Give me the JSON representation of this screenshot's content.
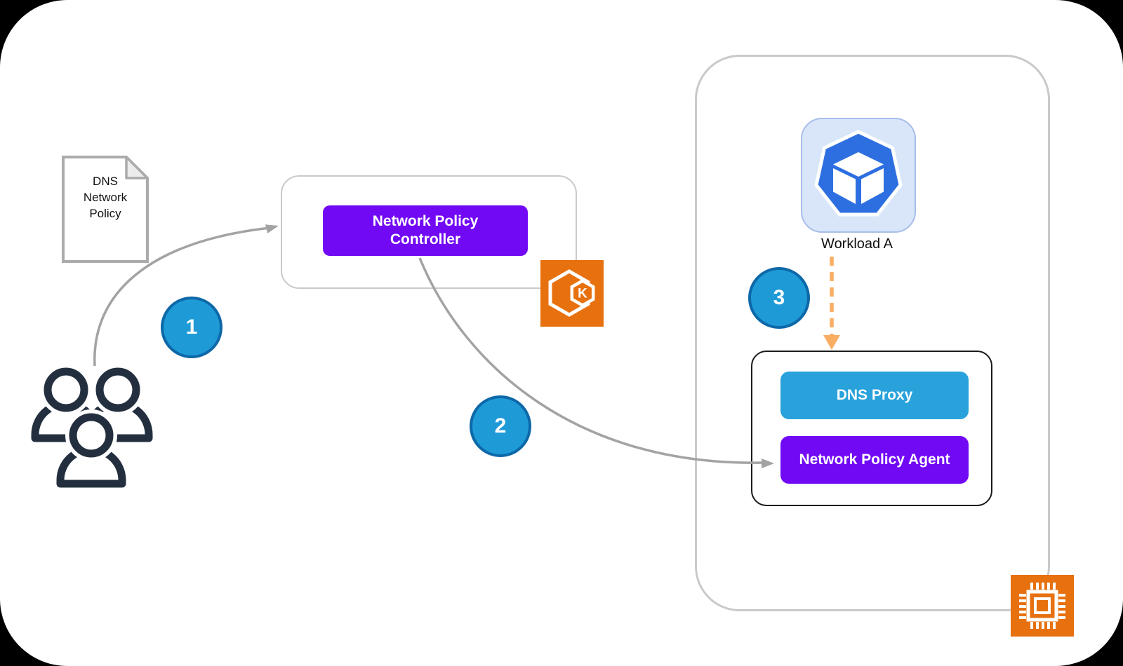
{
  "document_node": {
    "lines": [
      "DNS",
      "Network",
      "Policy"
    ]
  },
  "controller": {
    "label_lines": [
      "Network Policy",
      "Controller"
    ]
  },
  "eks": {
    "letter": "K"
  },
  "workload": {
    "label": "Workload A"
  },
  "pod_box": {
    "dns_proxy_label": "DNS Proxy",
    "agent_label": "Network Policy Agent"
  },
  "steps": [
    {
      "number": "1"
    },
    {
      "number": "2"
    },
    {
      "number": "3"
    }
  ],
  "icons": {
    "users": "users-icon",
    "eks": "eks-kubernetes-icon",
    "workload": "pod-cube-icon",
    "chip": "ec2-instance-icon",
    "document": "policy-document-icon"
  },
  "colors": {
    "background": "#000000",
    "canvas": "#FFFFFF",
    "purple_node": "#7109F5",
    "blue_node": "#29A2DC",
    "step_circle_fill": "#1E9AD7",
    "step_circle_border": "#0D68A8",
    "aws_orange": "#E8710F",
    "workload_blue": "#2D6FE0",
    "workload_bg": "#D9E6FA",
    "container_border": "#C9C9C9",
    "arrow_gray": "#A3A3A3",
    "arrow_orange_dashed": "#F9AE64",
    "users_dark": "#232F3E"
  }
}
